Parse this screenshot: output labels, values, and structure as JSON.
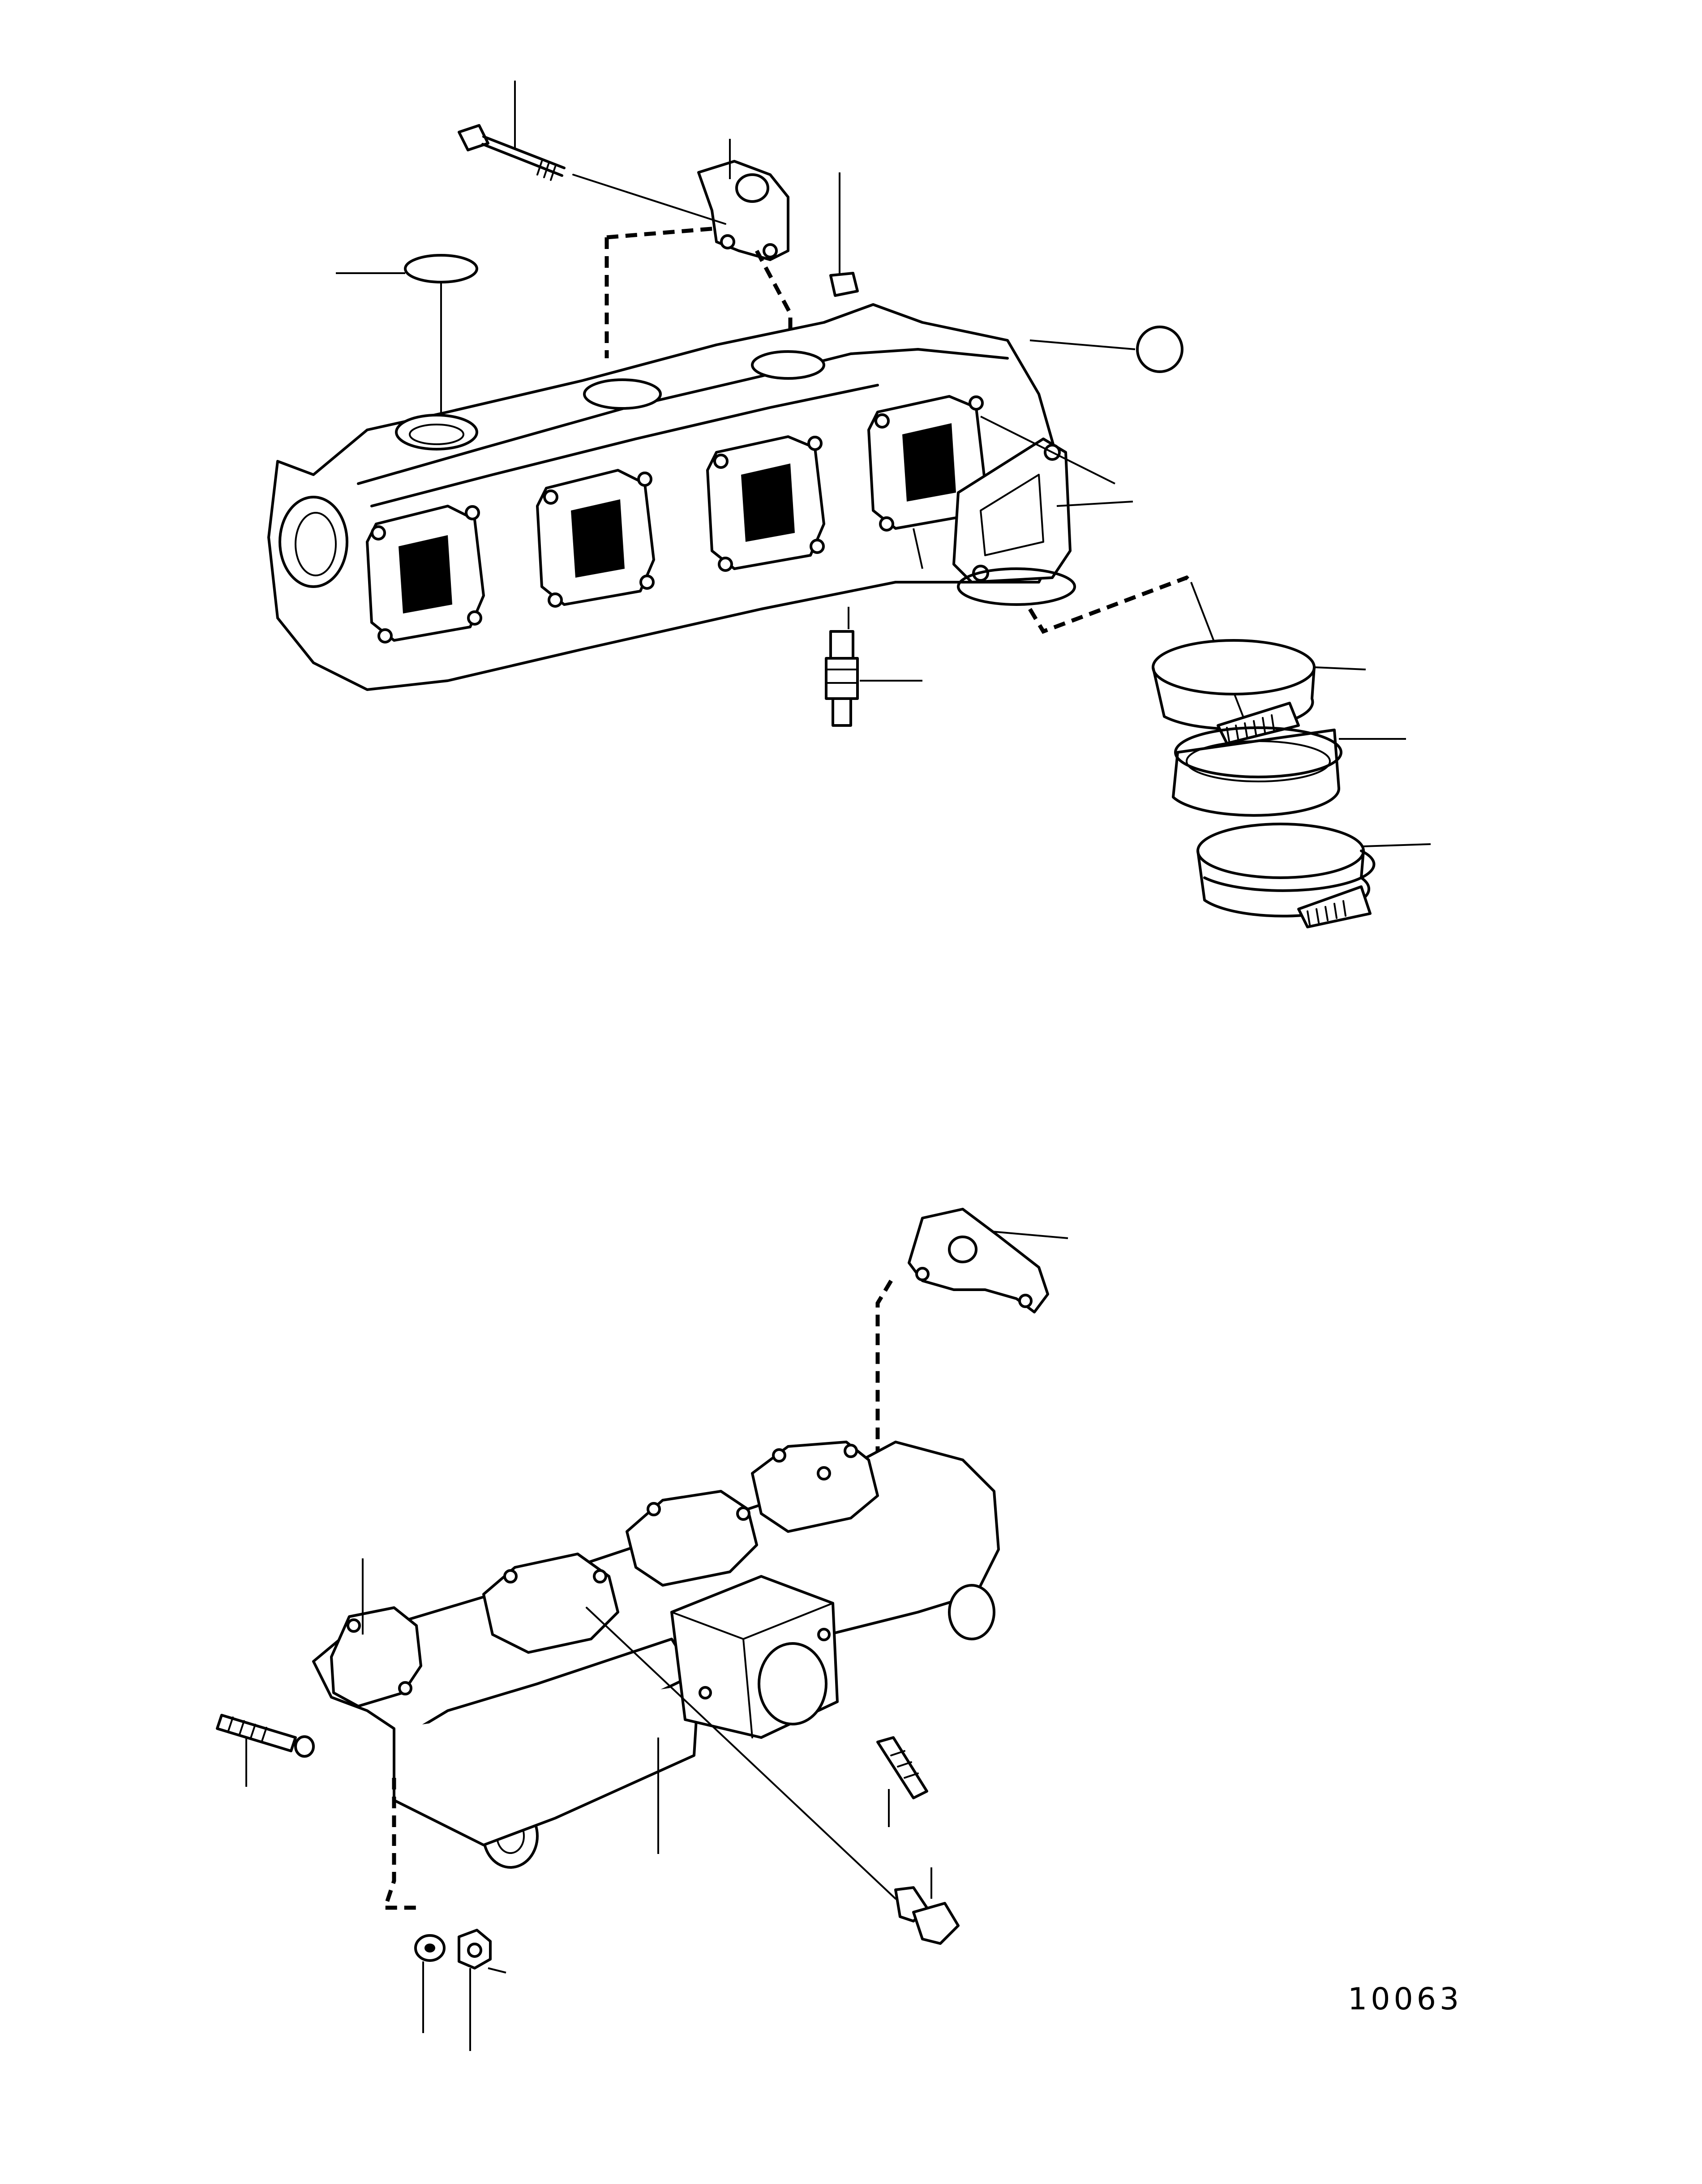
{
  "figure": {
    "number": "10063"
  },
  "colors": {
    "ink": "#000000",
    "paper": "#ffffff"
  },
  "assemblies": {
    "upper": "exhaust-manifold-assembly",
    "lower": "inlet-manifold-assembly"
  }
}
